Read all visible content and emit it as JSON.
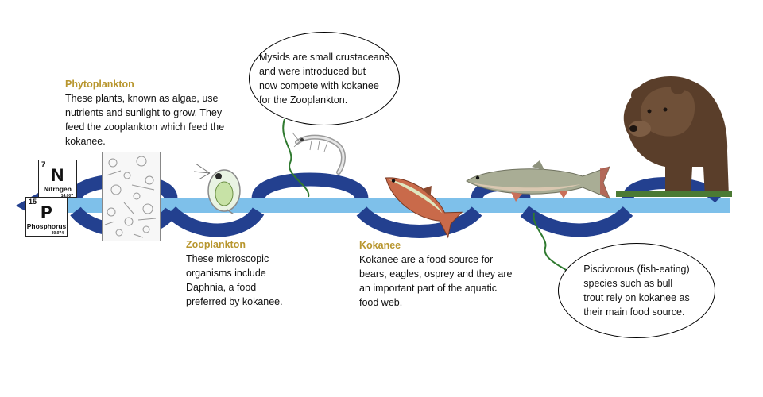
{
  "colors": {
    "river_dark": "#23408f",
    "river_light": "#7ec0ea",
    "heading_gold": "#b8962e",
    "connector_green": "#2f7a2f"
  },
  "elements": [
    {
      "number": "7",
      "symbol": "N",
      "name": "Nitrogen",
      "mass": "14.007"
    },
    {
      "number": "15",
      "symbol": "P",
      "name": "Phosphorus",
      "mass": "30.974"
    }
  ],
  "phytoplankton": {
    "heading": "Phytoplankton",
    "lines": [
      "These plants, known as algae, use",
      "nutrients and sunlight to grow. They",
      "feed the zooplankton which feed the",
      "kokanee."
    ]
  },
  "zooplankton": {
    "heading": "Zooplankton",
    "lines": [
      "These microscopic",
      "organisms include",
      "Daphnia, a food",
      "preferred by kokanee."
    ]
  },
  "kokanee": {
    "heading": "Kokanee",
    "lines": [
      "Kokanee are a food source for",
      "bears, eagles, osprey and they are",
      "an important part of the aquatic",
      "food web."
    ]
  },
  "mysids_bubble": {
    "lines": [
      "Mysids are small crustaceans",
      "and were introduced but",
      "now compete with kokanee",
      "for the Zooplankton."
    ]
  },
  "piscivorous_bubble": {
    "lines": [
      "Piscivorous (fish-eating)",
      "species such as bull",
      "trout rely on kokanee as",
      "their main food source."
    ]
  },
  "icons": [
    "phytoplankton-illustration",
    "daphnia-icon",
    "mysid-shrimp-icon",
    "kokanee-salmon-icon",
    "bull-trout-icon",
    "grizzly-bear-icon"
  ]
}
